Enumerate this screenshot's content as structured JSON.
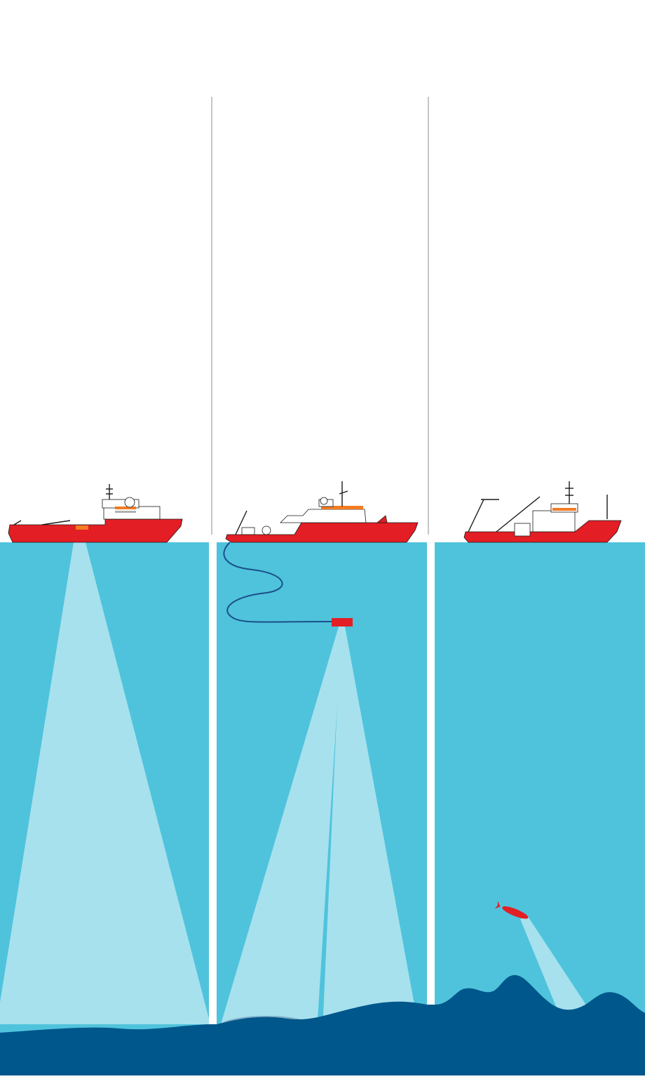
{
  "colors": {
    "background": "#ffffff",
    "water": "#4fc3dc",
    "beam": "#a7e1ee",
    "footprint": "#7eadc6",
    "seabed": "#00578b",
    "ship_hull": "#e31e24",
    "ship_accent": "#f47b20",
    "ship_stripe": "#b0b0b0",
    "superstructure": "#ffffff",
    "outline": "#1a1a1a",
    "tether": "#1c4f8a",
    "sonar_body": "#e31e24",
    "divider": "#8c8c8c"
  },
  "panels": [
    {
      "id": "hull-mounted",
      "ship": "survey-ship-1",
      "sensor": "hull-mounted-sonar-icon"
    },
    {
      "id": "towed",
      "ship": "survey-ship-2",
      "sensor": "towed-sonar-icon"
    },
    {
      "id": "auv",
      "ship": "survey-ship-3",
      "sensor": "auv-icon"
    }
  ]
}
